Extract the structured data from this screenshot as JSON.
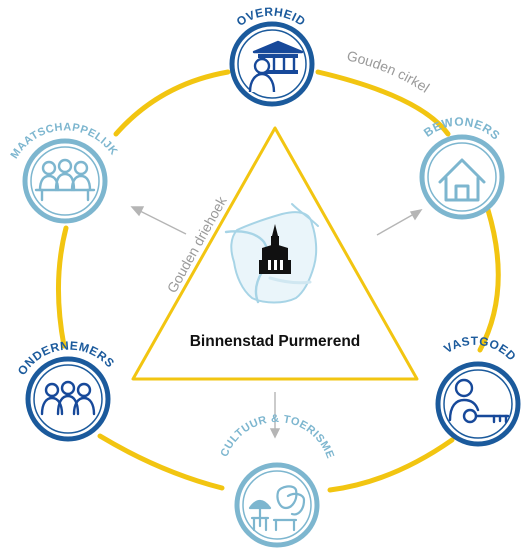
{
  "title": "Binnenstad Purmerend",
  "golden_circle_label": "Gouden cirkel",
  "golden_triangle_label": "Gouden driehoek",
  "colors": {
    "gold": "#F2C511",
    "dark_blue": "#1B5A9C",
    "light_blue": "#7DB6CF",
    "icon_dark": "#17499A",
    "arrow_gray": "#B5B5B5",
    "text_gray": "#9A9A9A",
    "title_black": "#111111"
  },
  "stakeholders": {
    "overheid": {
      "label": "OVERHEID",
      "icon": "government-building-person-icon",
      "tone": "dark"
    },
    "bewoners": {
      "label": "BEWONERS",
      "icon": "house-icon",
      "tone": "light"
    },
    "vastgoed": {
      "label": "VASTGOED",
      "icon": "person-key-icon",
      "tone": "dark"
    },
    "cultuur": {
      "label": "CULTUUR & TOERISME",
      "icon": "terrace-theater-masks-icon",
      "tone": "light"
    },
    "ondernemers": {
      "label": "ONDERNEMERS",
      "icon": "group-of-people-icon",
      "tone": "dark"
    },
    "maatschappelijk": {
      "label": "MAATSCHAPPELIJK",
      "icon": "people-at-table-icon",
      "tone": "light"
    }
  }
}
